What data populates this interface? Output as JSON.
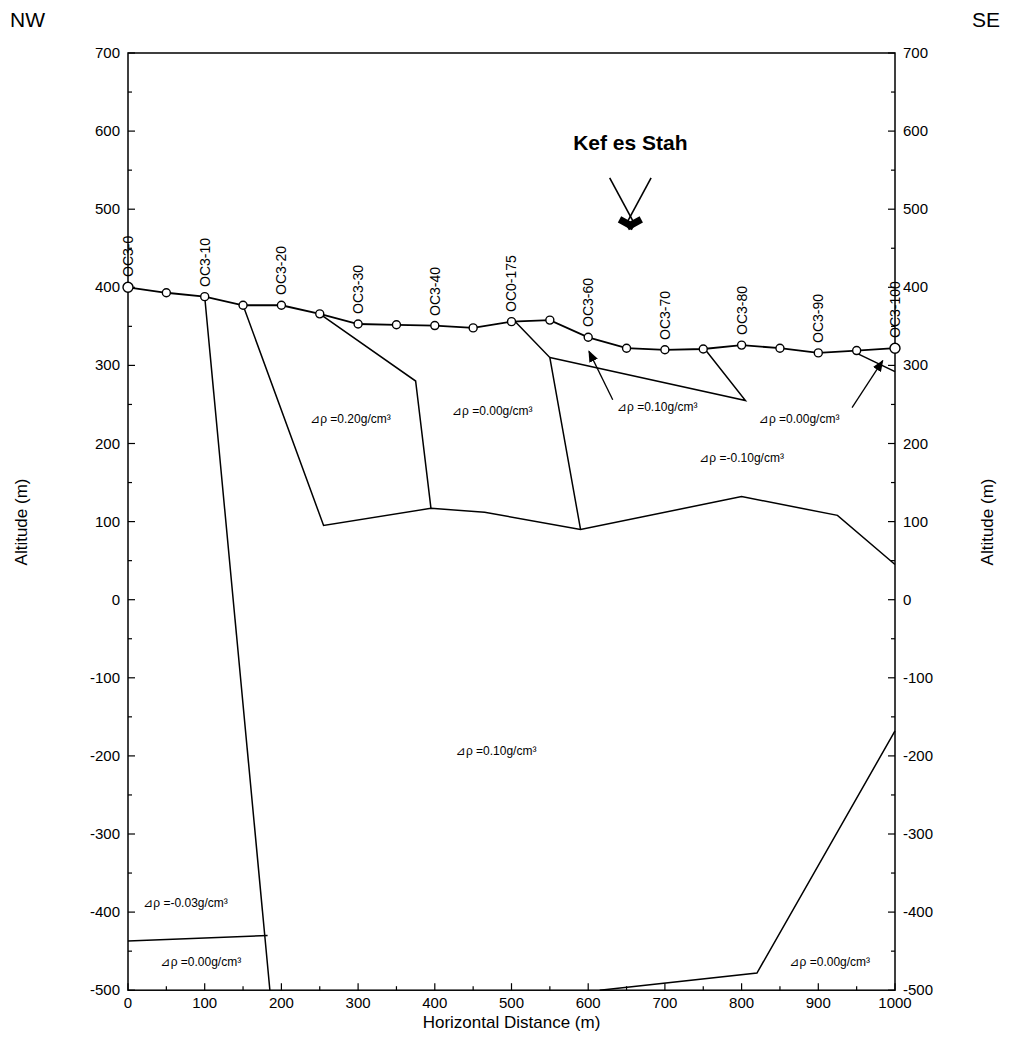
{
  "diagram": {
    "labels": [
      "NW",
      "SE",
      "Kef es Stah",
      "OC3-0",
      "OC3-10",
      "OC3-20",
      "OC3-30",
      "OC3-40",
      "OC0-175",
      "OC3-60",
      "OC3-70",
      "OC3-80",
      "OC3-90",
      "OC3-100",
      "⊿ρ =0.20g/cm³",
      "⊿ρ =0.00g/cm³",
      "⊿ρ =0.10g/cm³",
      "⊿ρ =0.00g/cm³",
      "⊿ρ =-0.10g/cm³",
      "⊿ρ =0.10g/cm³",
      "⊿ρ =-0.03g/cm³",
      "⊿ρ =0.00g/cm³",
      "⊿ρ =0.00g/cm³",
      "Altitude (m)",
      "Altitude (m)",
      "Horizontal Distance (m)",
      "700",
      "600",
      "500",
      "400",
      "300",
      "200",
      "100",
      "0",
      "-100",
      "-200",
      "-300",
      "-400",
      "-500",
      "700",
      "600",
      "500",
      "400",
      "300",
      "200",
      "100",
      "0",
      "-100",
      "-200",
      "-300",
      "-400",
      "-500",
      "0",
      "100",
      "200",
      "300",
      "400",
      "500",
      "600",
      "700",
      "800",
      "900",
      "1000"
    ]
  }
}
